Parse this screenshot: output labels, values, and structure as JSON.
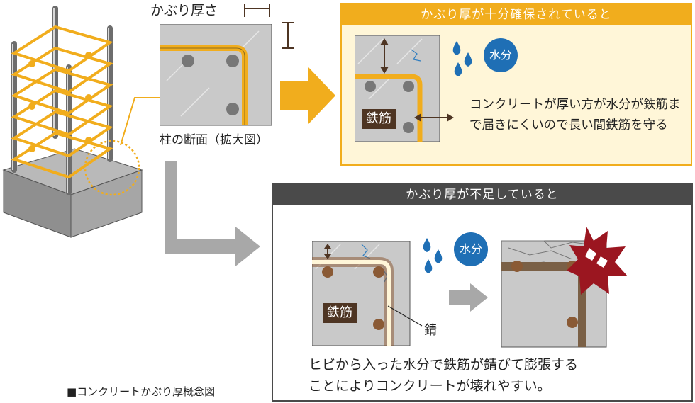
{
  "zoom_title": "かぶり厚さ",
  "section_label": "柱の断面（拡大図）",
  "good": {
    "header": "かぶり厚が十分確保されていると",
    "water_label": "水分",
    "rebar_label": "鉄筋",
    "description": "コンクリートが厚い方が水分が鉄筋まで届きにくいので長い間鉄筋を守る"
  },
  "bad": {
    "header": "かぶり厚が不足していると",
    "water_label": "水分",
    "rebar_label": "鉄筋",
    "rust_label": "錆",
    "description_line1": "ヒビから入った水分で鉄筋が錆びて膨張する",
    "description_line2": "ことによりコンクリートが壊れやすい。"
  },
  "caption": "■コンクリートかぶり厚概念図",
  "colors": {
    "accent_orange": "#f1ad1d",
    "panel_cream": "#fff6d8",
    "dark_gray": "#4a4a4a",
    "water_blue": "#1f6fb5",
    "rebar_brown": "#4e3523",
    "rust_brown": "#8a5a35",
    "crack_red": "#9b1620"
  },
  "icons": [
    "water-drops-icon",
    "arrow-right-icon",
    "crack-burst-icon",
    "dimension-arrow-icon"
  ]
}
